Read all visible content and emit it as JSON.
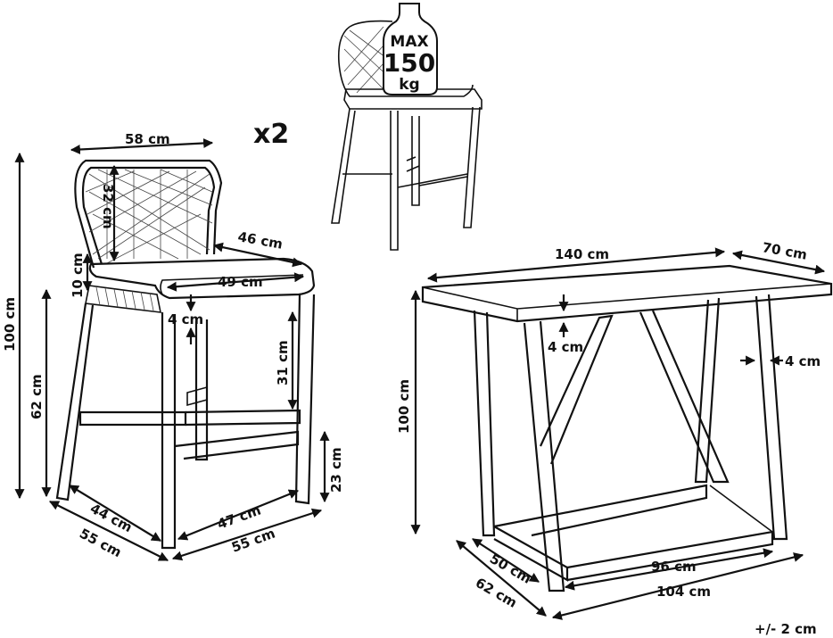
{
  "quantity_label": "x2",
  "max_load": {
    "top": "MAX",
    "value": "150",
    "unit": "kg"
  },
  "tolerance": "+/- 2 cm",
  "stool": {
    "width_top": "58 cm",
    "back_height": "32 cm",
    "total_height": "100 cm",
    "seat_height": "62 cm",
    "armrest_height": "10 cm",
    "seat_depth": "46 cm",
    "seat_width": "49 cm",
    "seat_thickness": "4 cm",
    "leg_to_footrest": "31 cm",
    "footrest_height": "23 cm",
    "base_depth_inner": "44 cm",
    "base_depth_outer": "55 cm",
    "base_width_inner": "47 cm",
    "base_width_outer": "55 cm"
  },
  "table": {
    "length": "140 cm",
    "depth": "70 cm",
    "top_thickness": "4 cm",
    "leg_thickness": "4 cm",
    "height": "100 cm",
    "base_depth_inner": "50 cm",
    "base_depth_outer": "62 cm",
    "base_width_inner": "96 cm",
    "base_width_outer": "104 cm"
  }
}
